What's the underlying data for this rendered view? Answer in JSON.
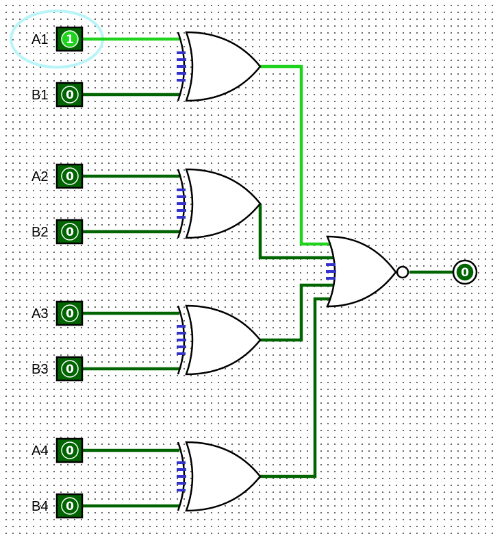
{
  "colors": {
    "wire_high": "#1ed21e",
    "wire_low": "#006400",
    "pin_fill": "#006400",
    "pin_high_dot": "#1ed21e",
    "pin_low_dot": "#006400",
    "input_stub": "#3333cc",
    "highlight": "#b8f4f8"
  },
  "inputs": [
    {
      "label": "A1",
      "value": "1",
      "high": true
    },
    {
      "label": "B1",
      "value": "0",
      "high": false
    },
    {
      "label": "A2",
      "value": "0",
      "high": false
    },
    {
      "label": "B2",
      "value": "0",
      "high": false
    },
    {
      "label": "A3",
      "value": "0",
      "high": false
    },
    {
      "label": "B3",
      "value": "0",
      "high": false
    },
    {
      "label": "A4",
      "value": "0",
      "high": false
    },
    {
      "label": "B4",
      "value": "0",
      "high": false
    }
  ],
  "gates": [
    {
      "type": "xor",
      "output_high": true
    },
    {
      "type": "xor",
      "output_high": false
    },
    {
      "type": "xor",
      "output_high": false
    },
    {
      "type": "xor",
      "output_high": false
    },
    {
      "type": "nor",
      "output_high": false
    }
  ],
  "output": {
    "value": "0",
    "high": false
  },
  "selected_input": "A1"
}
